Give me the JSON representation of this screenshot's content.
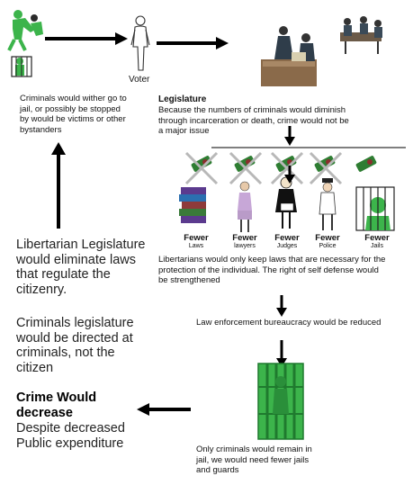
{
  "top": {
    "voter_label": "Voter",
    "criminals_text": "Criminals would wither go to jail, or possibly be stopped by would be victims or other bystanders"
  },
  "legislature": {
    "title": "Legislature",
    "text": "Because the numbers of criminals would diminish through incarceration or death, crime would not be a major issue"
  },
  "fewer": {
    "word": "Fewer",
    "items": [
      {
        "label": "Laws"
      },
      {
        "label": "lawyers"
      },
      {
        "label": "Judges"
      },
      {
        "label": "Police"
      },
      {
        "label": "Jails"
      }
    ]
  },
  "left": {
    "libertarian": "Libertarian Legislature would eliminate laws that regulate the citizenry.",
    "criminals_legislature": "Criminals legislature would be directed at criminals, not the citizen",
    "crime_title": "Crime Would decrease",
    "crime_text": "Despite decreased Public expenditure"
  },
  "right": {
    "libertarians_text": "Libertarians would only keep laws that are necessary for the protection of the individual. The right of self defense would be strengthened",
    "law_enforcement": "Law enforcement bureaucracy would be reduced",
    "only_criminals": "Only criminals would remain in jail, we would need fewer jails and guards"
  },
  "colors": {
    "green": "#3cb44b",
    "dark_green": "#1f7a2e",
    "money": "#2e7d32",
    "cross": "#b8b8b8"
  }
}
